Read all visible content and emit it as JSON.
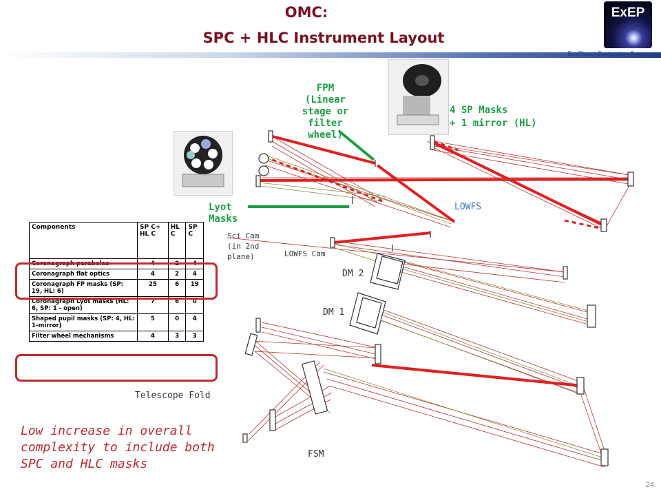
{
  "header": {
    "title_line1": "OMC:",
    "title_line2": "SPC + HLC Instrument Layout",
    "logo_text": "ExEP",
    "program_name": "ExoPlanet Exploration Program"
  },
  "labels": {
    "fpm": "FPM\n(Linear\nstage or\nfilter\nwheel)",
    "sp_masks": "4 SP Masks\n+ 1 mirror (HL)",
    "lyot": "Lyot\nMasks",
    "lowfs": "LOWFS",
    "sci_cam": "Sci Cam\n(in 2nd\nplane)",
    "lowfs_cam": "LOWFS Cam",
    "dm2": "DM 2",
    "dm1": "DM 1",
    "telescope_fold": "Telescope Fold",
    "fsm": "FSM"
  },
  "table": {
    "headers": [
      "Components",
      "SP C+ HL C",
      "HL C",
      "SP C"
    ],
    "rows": [
      [
        "Coronagraph parabolas",
        "4",
        "2",
        "4"
      ],
      [
        "Coronagraph flat optics",
        "4",
        "2",
        "4"
      ],
      [
        "Coronagraph FP masks (SP: 19, HL: 6)",
        "25",
        "6",
        "19"
      ],
      [
        "Coronagraph Lyot masks (HL: 6, SP: 1 - open)",
        "7",
        "6",
        "0"
      ],
      [
        "Shaped pupil masks (SP: 4, HL: 1-mirror)",
        "5",
        "0",
        "4"
      ],
      [
        "Filter wheel mechanisms",
        "4",
        "3",
        "3"
      ]
    ]
  },
  "note": "Low increase in overall complexity to include both SPC and HLC masks",
  "page_number": "24",
  "colors": {
    "title": "#7a1020",
    "accent_green": "#1a9f45",
    "highlight_red": "#c0282e",
    "beam_red": "#e02020",
    "beam_olive": "#8a8a3a"
  }
}
